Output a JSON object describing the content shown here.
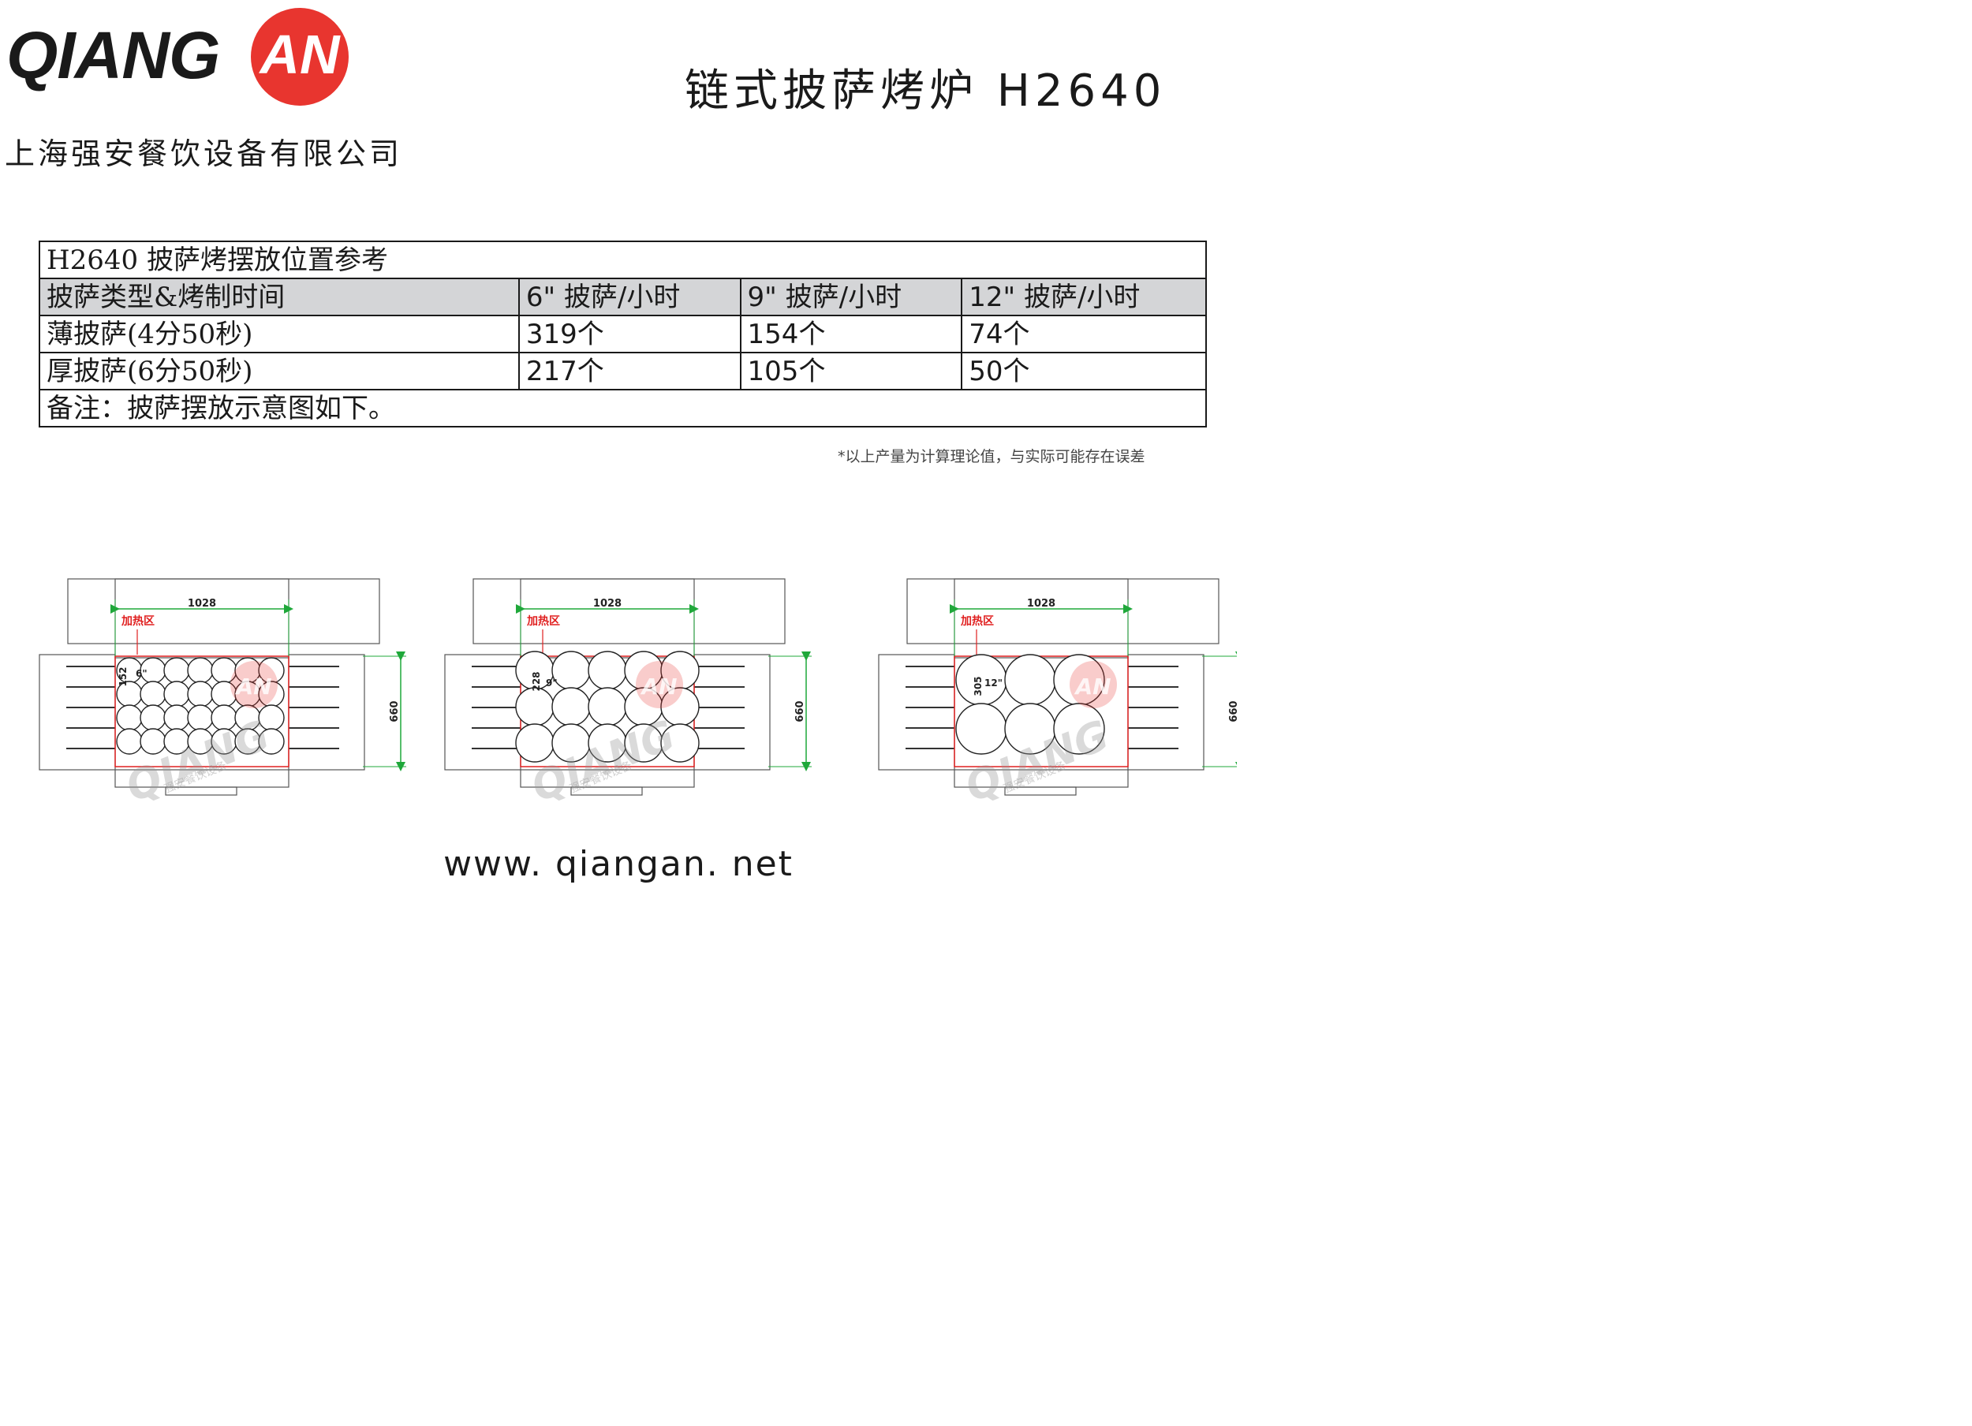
{
  "header": {
    "logo_text": "QIANG",
    "logo_badge": "AN",
    "company_name": "上海强安餐饮设备有限公司",
    "product_title": "链式披萨烤炉 H2640"
  },
  "table": {
    "title": "H2640 披萨烤摆放位置参考",
    "headers": [
      "披萨类型&烤制时间",
      "6\" 披萨/小时",
      "9\" 披萨/小时",
      "12\" 披萨/小时"
    ],
    "rows": [
      [
        "薄披萨(4分50秒)",
        "319个",
        "154个",
        "74个"
      ],
      [
        "厚披萨(6分50秒)",
        "217个",
        "105个",
        "50个"
      ]
    ],
    "remark": "备注：披萨摆放示意图如下。"
  },
  "note": "*以上产量为计算理论值，与实际可能存在误差",
  "diagrams": [
    {
      "width_label": "1028",
      "zone_label": "加热区",
      "depth_label": "660",
      "pizza_size": "6\"",
      "pizza_dim": "152"
    },
    {
      "width_label": "1028",
      "zone_label": "加热区",
      "depth_label": "660",
      "pizza_size": "9\"",
      "pizza_dim": "228"
    },
    {
      "width_label": "1028",
      "zone_label": "加热区",
      "depth_label": "660",
      "pizza_size": "12\"",
      "pizza_dim": "305"
    }
  ],
  "watermark": {
    "text": "QIANG",
    "badge": "AN",
    "sub": "强安餐饮设备"
  },
  "colors": {
    "brand_red": "#e8352f",
    "zone_red": "#e02020",
    "dim_green": "#1fa83a",
    "table_header_gray": "#d4d5d7"
  },
  "footer": {
    "website": "www. qiangan. net"
  }
}
